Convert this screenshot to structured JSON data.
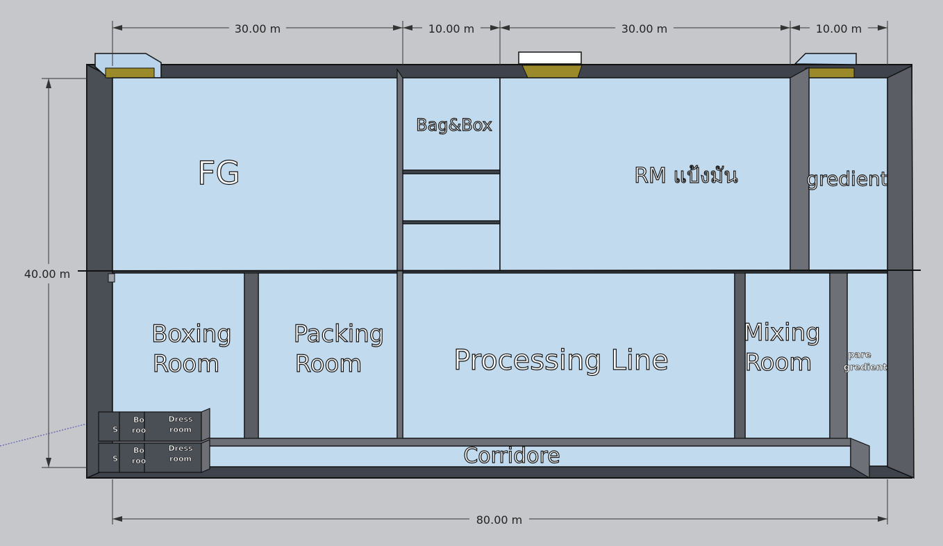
{
  "dimensions": {
    "top_1": "30.00 m",
    "top_2": "10.00 m",
    "top_3": "30.00 m",
    "top_4": "10.00 m",
    "left_height": "40.00 m",
    "bottom_total": "80.00 m"
  },
  "rooms": {
    "fg": "FG",
    "bag_box": "Bag&Box",
    "rm": "RM แป้งมัน",
    "ingredient": "gredient",
    "boxing_1": "Boxing",
    "boxing_2": "Room",
    "packing_1": "Packing",
    "packing_2": "Room",
    "processing": "Processing Line",
    "mixing_1": "Mixing",
    "mixing_2": "Room",
    "spare_1": "pare",
    "spare_2": "gredient",
    "corridor": "Corridore"
  },
  "dress_rooms": {
    "dress_1": "Dress",
    "dress_2": "room",
    "partial_bo": "Bo",
    "partial_ro": "roo",
    "partial_s": "S"
  }
}
